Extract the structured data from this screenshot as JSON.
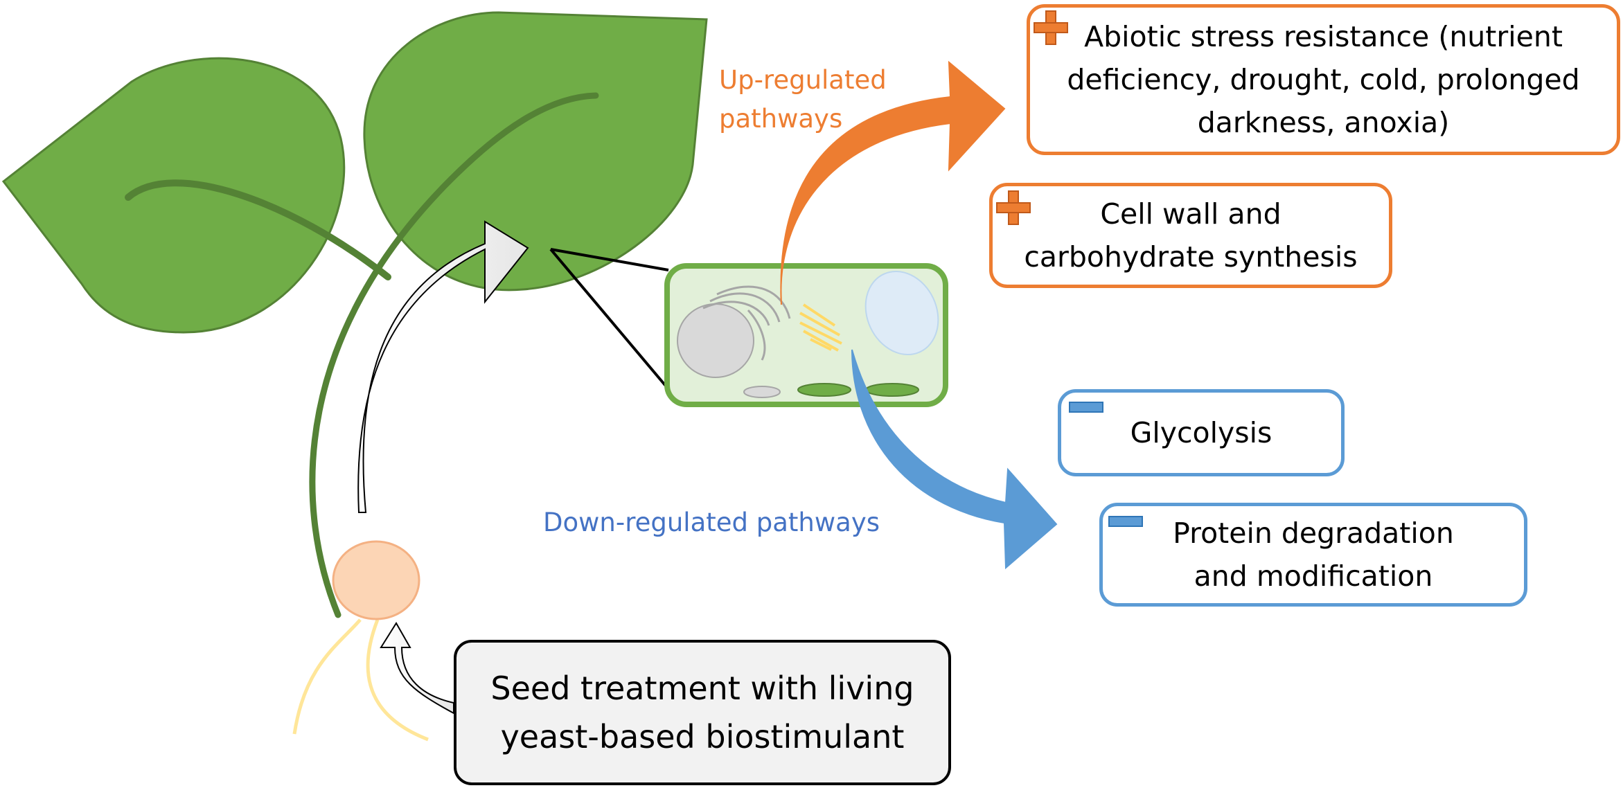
{
  "labels": {
    "up_regulated": [
      "Up-regulated",
      "pathways"
    ],
    "down_regulated": "Down-regulated pathways"
  },
  "boxes": {
    "abiotic": [
      "Abiotic stress resistance (nutrient",
      "deficiency, drought, cold, prolonged",
      "darkness, anoxia)"
    ],
    "cell_wall": [
      "Cell wall and",
      "carbohydrate synthesis"
    ],
    "glycolysis": [
      "Glycolysis"
    ],
    "protein": [
      "Protein degradation",
      "and modification"
    ],
    "seed": [
      "Seed treatment with living",
      "yeast-based biostimulant"
    ]
  },
  "colors": {
    "up": "#ED7D31",
    "down": "#5B9BD5",
    "down_text": "#4472C4",
    "leaf": "#70AD47",
    "leaf_dark": "#548235",
    "seed": "#FCD5B5",
    "root": "#FFE699",
    "cell_fill": "#E2F0D9",
    "cell_border": "#70AD47",
    "seed_box_fill": "#F2F2F2"
  }
}
